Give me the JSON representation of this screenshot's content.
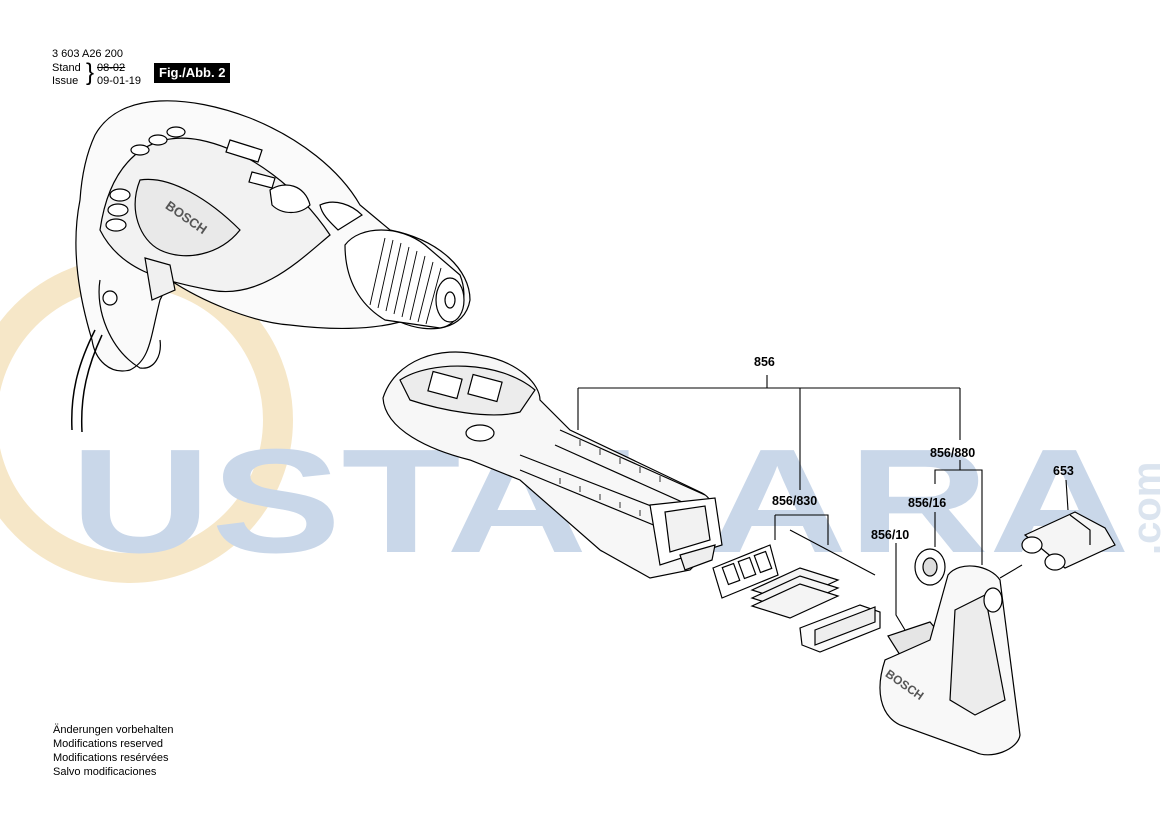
{
  "header": {
    "part_number": "3 603 A26 200",
    "stand_label": "Stand",
    "issue_label": "Issue",
    "brace": "}",
    "stand_date": "08-02",
    "issue_date": "09-01-19",
    "figure_label": "Fig./Abb. 2"
  },
  "callouts": {
    "c856": "856",
    "c856_880": "856/880",
    "c856_830": "856/830",
    "c856_16": "856/16",
    "c856_10": "856/10",
    "c653": "653"
  },
  "watermark": {
    "text": "USTALARA",
    "suffix": ".com",
    "colors": {
      "letters": "#c9d7e9",
      "circle": "#f6e7c8"
    }
  },
  "product_markings": {
    "drill_brand": "BOSCH",
    "guard_brand": "BOSCH"
  },
  "footer_notes": [
    "Änderungen vorbehalten",
    "Modifications reserved",
    "Modifications resérvées",
    "Salvo modificaciones"
  ]
}
